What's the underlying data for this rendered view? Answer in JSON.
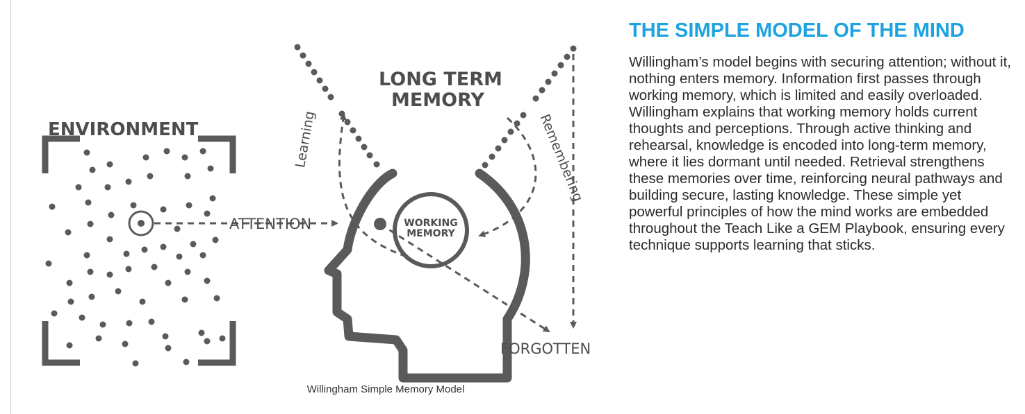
{
  "diagram": {
    "labels": {
      "environment": "ENVIRONMENT",
      "long_term_memory_line1": "LONG TERM",
      "long_term_memory_line2": "MEMORY",
      "attention": "ATTENTION",
      "working_memory_line1": "WORKING",
      "working_memory_line2": "MEMORY",
      "learning": "Learning",
      "remembering": "Remembering",
      "forgotten": "FORGOTTEN"
    },
    "colors": {
      "ink": "#5a5a5a",
      "accent": "#1ca3e0"
    },
    "caption": "Willingham Simple Memory Model"
  },
  "article": {
    "title": "THE SIMPLE MODEL OF THE MIND",
    "body": "Willingham’s model begins with securing attention; without it, nothing enters memory. Information first passes through working memory, which is limited and easily overloaded. Willingham explains that working memory holds current thoughts and perceptions. Through active thinking and rehearsal, knowledge is encoded into long-term memory, where it lies dormant until needed. Retrieval strengthens these memories over time, reinforcing neural pathways and building secure, lasting knowledge. These simple yet powerful principles of how the mind works are embedded throughout the Teach Like a GEM Playbook, ensuring every technique supports learning that sticks."
  }
}
